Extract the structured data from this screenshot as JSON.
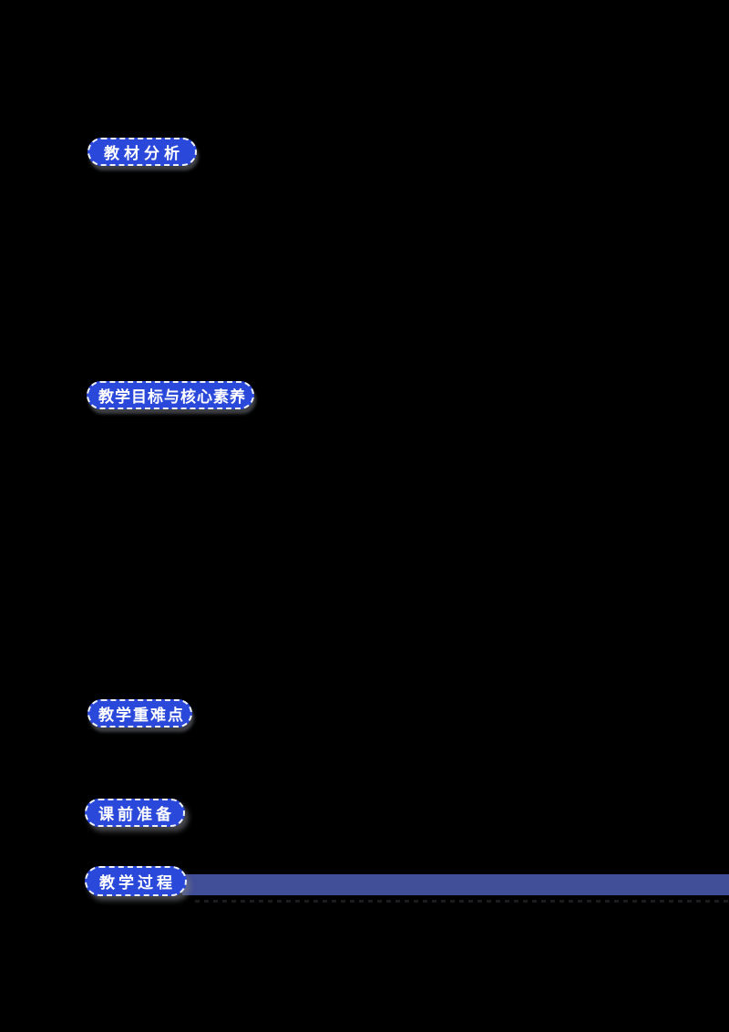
{
  "document": {
    "kind": "lesson-plan",
    "background_color": "#000000"
  },
  "theme": {
    "badge_fill_color": "#2A48DA",
    "badge_border_color": "#FFFFFF",
    "badge_text_color": "#FFFFFF",
    "badge_border_style": "dashed",
    "badge_shadow_color": "#70727C",
    "process_bar_color": "#414E98",
    "dashed_underline_color": "#1A1A1F"
  },
  "sections": [
    {
      "label": "教材分析"
    },
    {
      "label": "教学目标与核心素养"
    },
    {
      "label": "教学重难点"
    },
    {
      "label": "课前准备"
    },
    {
      "label": "教学过程"
    }
  ]
}
